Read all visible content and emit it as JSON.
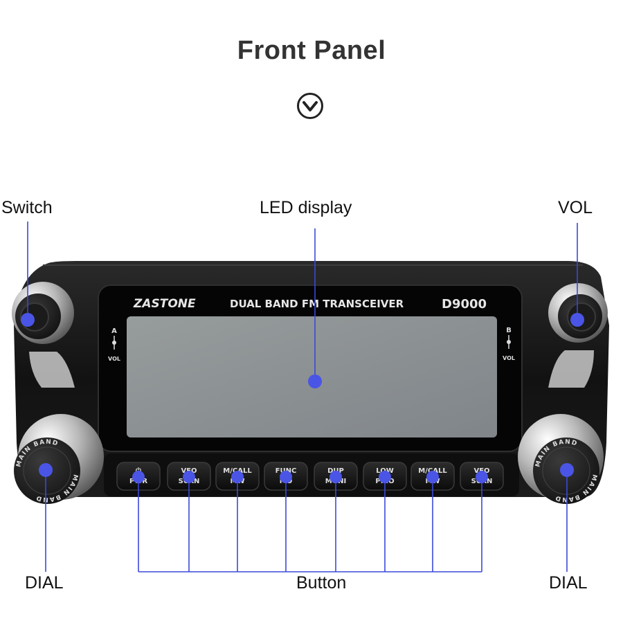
{
  "title": "Front Panel",
  "icons": {
    "scroll_down": "chevron-down-circle-icon"
  },
  "callouts": {
    "switch": "Switch",
    "led_display": "LED display",
    "vol": "VOL",
    "dial_left": "DIAL",
    "button": "Button",
    "dial_right": "DIAL"
  },
  "radio": {
    "brand": "ZASTONE",
    "description": "DUAL BAND FM TRANSCEIVER",
    "model": "D9000",
    "left_vol_top": "A",
    "left_vol_bottom": "VOL",
    "right_vol_top": "B",
    "right_vol_bottom": "VOL",
    "knob_text": "MAIN BAND",
    "buttons": [
      {
        "top": "⏻",
        "bottom": "PWR"
      },
      {
        "top": "VFO",
        "bottom": "SCAN"
      },
      {
        "top": "M/CALL",
        "bottom": "MW"
      },
      {
        "top": "FUNC",
        "bottom": "MO"
      },
      {
        "top": "DUP",
        "bottom": "MONI"
      },
      {
        "top": "LOW",
        "bottom": "PRIO"
      },
      {
        "top": "M/CALL",
        "bottom": "MW"
      },
      {
        "top": "VFO",
        "bottom": "SCAN"
      }
    ]
  },
  "colors": {
    "marker": "#4a55e6",
    "leader": "#3b48d8",
    "body": "#141414",
    "lcd": "#8a8f8f",
    "title": "#333333"
  }
}
